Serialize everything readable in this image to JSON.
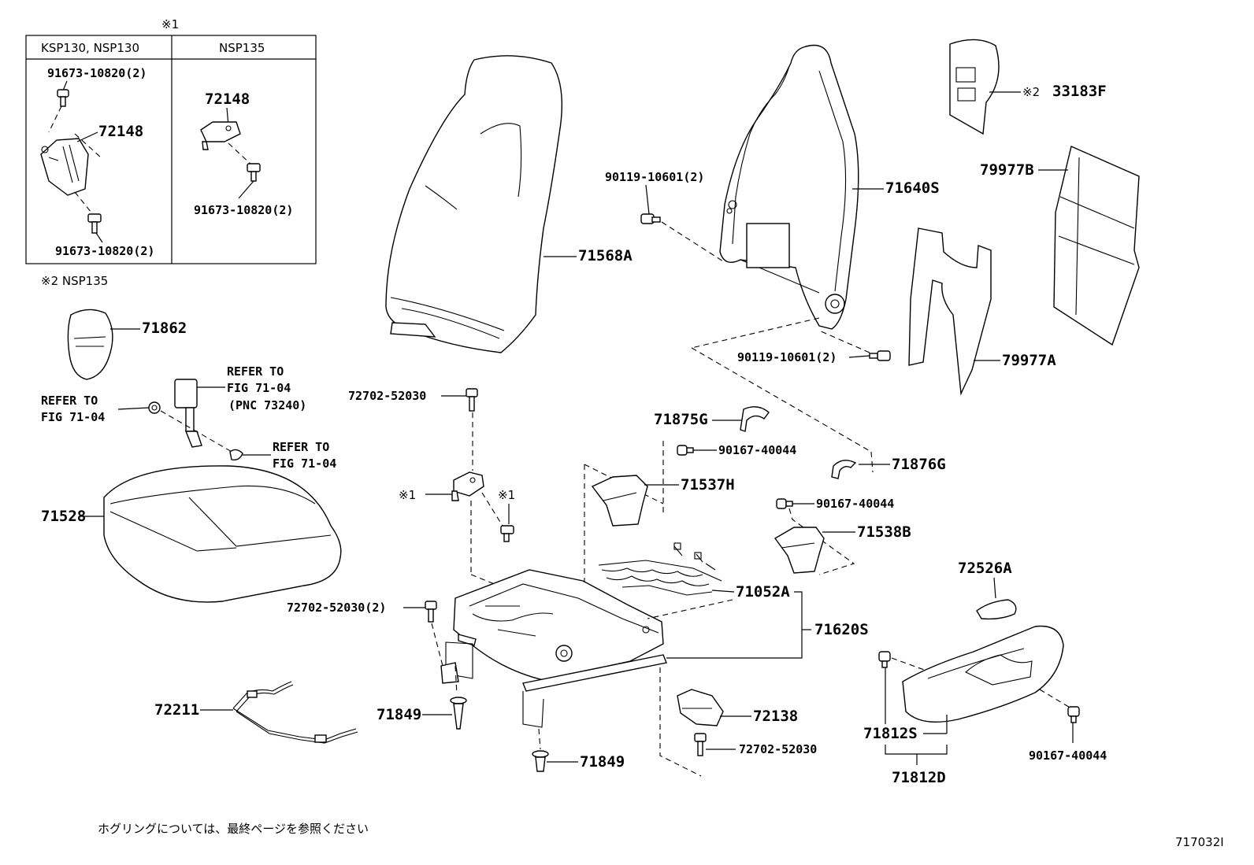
{
  "inset": {
    "marker": "※1",
    "col1_header": "KSP130, NSP130",
    "col2_header": "NSP135",
    "col1_top_part": "91673-10820(2)",
    "col1_bracket": "72148",
    "col1_bottom_part": "91673-10820(2)",
    "col2_bracket": "72148",
    "col2_bolt": "91673-10820(2)"
  },
  "note2_header": "※2 NSP135",
  "parts": {
    "headrest_cover": "71862",
    "belt_ref_line1": "REFER TO",
    "belt_ref_line2": "FIG 71-04",
    "belt_ref_line3": "(PNC 73240)",
    "left_ref_line1": "REFER TO",
    "left_ref_line2": "FIG 71-04",
    "lower_ref_line1": "REFER TO",
    "lower_ref_line2": "FIG 71-04",
    "cushion_pad": "71528",
    "seatback_cover": "71568A",
    "bolt_top": "72702-52030",
    "bracket_mark_left": "※1",
    "bracket_mark_right": "※1",
    "bolt_left2": "72702-52030(2)",
    "wire": "72211",
    "cap1": "71849",
    "cap2": "71849",
    "frame_bolt_top": "90119-10601(2)",
    "back_frame": "71640S",
    "frame_bolt_bottom": "90119-10601(2)",
    "pad_33183_mark": "※2",
    "pad_33183": "33183F",
    "pad_b": "79977B",
    "pad_a": "79977A",
    "guide_g": "71875G",
    "screw_40044_a": "90167-40044",
    "guide_h": "71537H",
    "guide_876": "71876G",
    "screw_40044_b": "90167-40044",
    "guide_538": "71538B",
    "spring": "71052A",
    "cushion_frame": "71620S",
    "cover_138": "72138",
    "bolt_bottom": "72702-52030",
    "knob": "72526A",
    "shield_s": "71812S",
    "shield_d": "71812D",
    "screw_40044_c": "90167-40044"
  },
  "footer": {
    "note_jp": "ホグリングについては、最終ページを参照ください",
    "fig_code": "717032I"
  }
}
